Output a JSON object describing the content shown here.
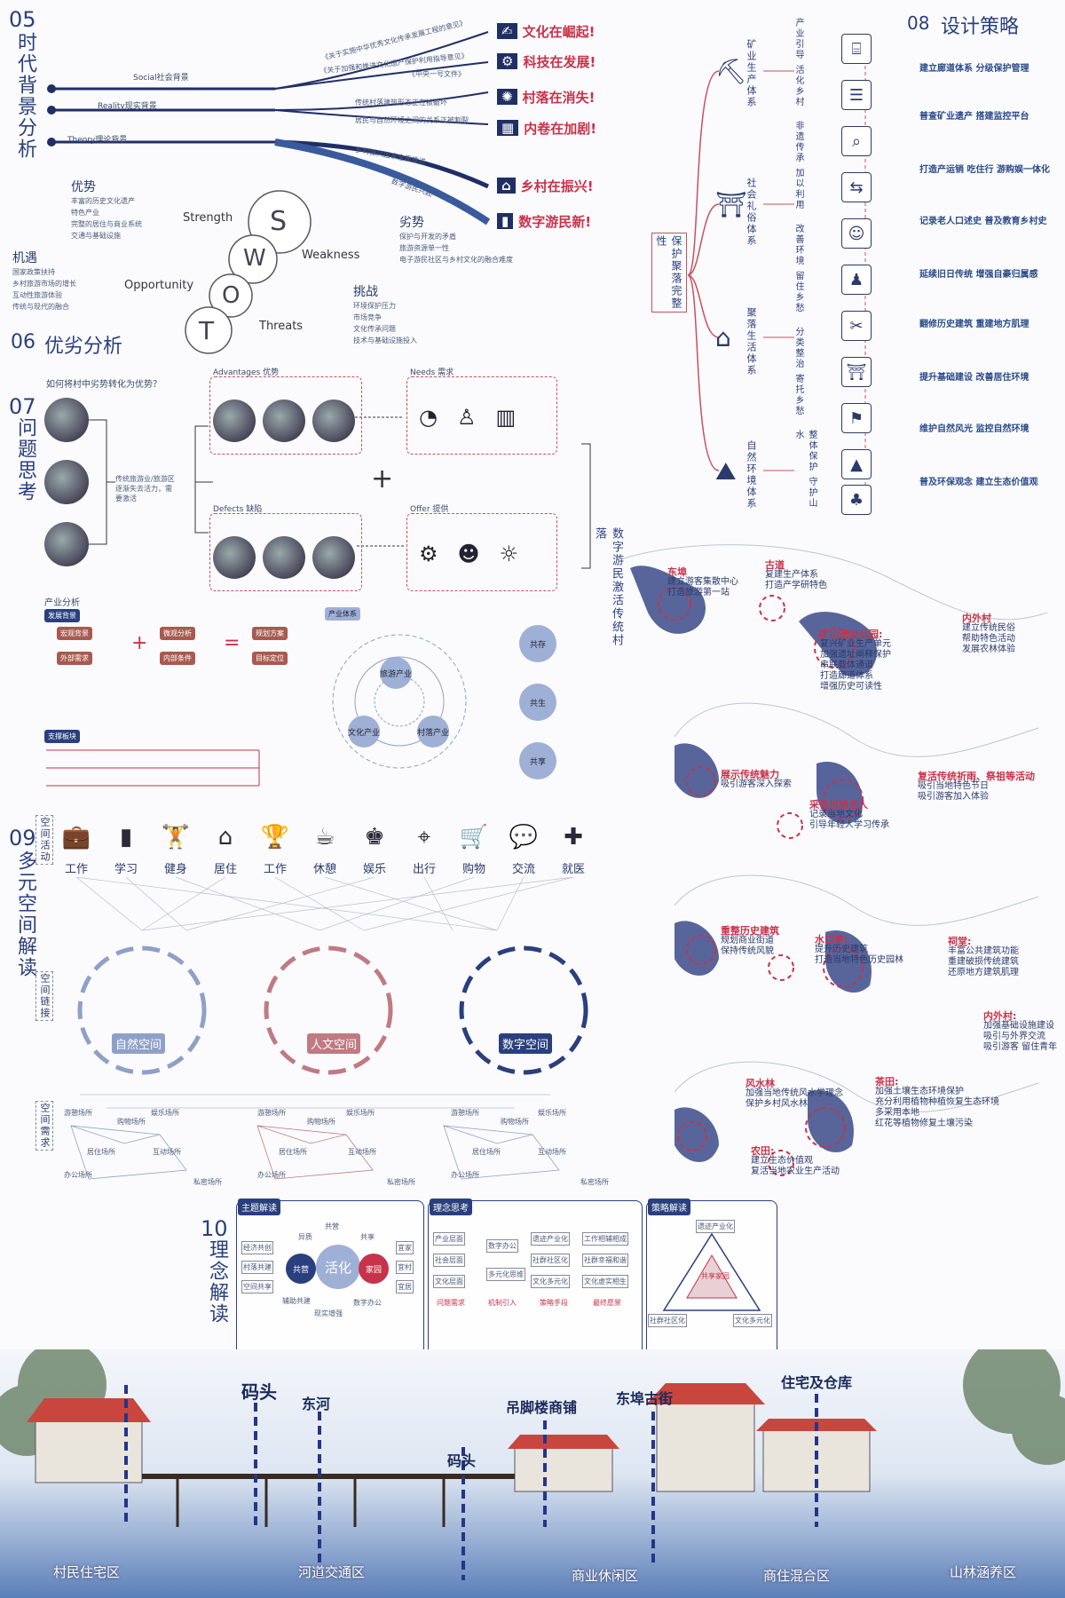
{
  "sec05": {
    "num": "05",
    "title": "时代背景分析",
    "axes": [
      "Social社会背景",
      "Reality现实背景",
      "Theory理论背景"
    ],
    "slogans": [
      "文化在崛起!",
      "科技在发展!",
      "村落在消失!",
      "内卷在加剧!",
      "乡村在振兴!",
      "数字游民新!"
    ],
    "lines": [
      "《关于实施中华优秀文化传承发展工程的意见》",
      "《关于加强和推进文化遗产保护利用指导意见》",
      "《中央一号文件》",
      "传统村落建筑形态正在被破坏",
      "居民与自然环境之间的关系正被割裂",
      "乡村振兴国家全面推进",
      "数字游民兴起"
    ]
  },
  "sec06": {
    "num": "06",
    "title": "优劣分析",
    "swot": [
      "S",
      "W",
      "O",
      "T"
    ],
    "labels": {
      "strength": "Strength",
      "weakness": "Weakness",
      "opportunity": "Opportunity",
      "threats": "Threats"
    },
    "strength": {
      "title": "优势",
      "items": [
        "丰富的历史文化遗产",
        "特色产业",
        "完整的居住与商业系统",
        "交通与基础设施"
      ]
    },
    "weakness": {
      "title": "劣势",
      "items": [
        "保护与开发的矛盾",
        "旅游资源单一性",
        "电子游民社区与乡村文化的融合难度"
      ]
    },
    "opportunity": {
      "title": "机遇",
      "items": [
        "国家政策扶持",
        "乡村旅游市场的增长",
        "互动性旅游体验",
        "传统与现代的融合"
      ]
    },
    "threats": {
      "title": "挑战",
      "items": [
        "环境保护压力",
        "市场竞争",
        "文化传承问题",
        "技术与基础设施投入"
      ]
    }
  },
  "sec07": {
    "num": "07",
    "title": "问题思考",
    "question": "如何将村中劣势转化为优势？",
    "transform": "传统旅游业/旅游区逐渐失去活力，需要激活",
    "advantages": "Advantages 优势",
    "needs": "Needs 需求",
    "defects": "Defects 缺陷",
    "offer": "Offer 提供",
    "vertical": "数字游民激活传统村落",
    "industry": {
      "title": "产业分析",
      "sub": "发展背景",
      "a": "宏观背景",
      "b": "微观分析",
      "c": "规划方案",
      "d": "外部需求",
      "e": "内部条件",
      "f": "目标定位"
    },
    "system": "产业体系",
    "nodes": [
      "旅游产业",
      "文化产业",
      "村落产业"
    ],
    "shared": [
      "共存",
      "共生",
      "共享"
    ],
    "support": "支撑板块"
  },
  "sec08": {
    "num": "08",
    "title": "设计策略",
    "root": "保护聚落完整性",
    "systems": [
      "矿业生产体系",
      "社会礼俗体系",
      "聚落生活体系",
      "自然环境体系"
    ],
    "mid": [
      "产业引导 活化乡村",
      "非遗传承 加以利用",
      "改善环境 留住乡愁",
      "分类整治 寄托乡愁",
      "整体保护 守护山水"
    ],
    "strategies": [
      "建立廊道体系 分级保护管理",
      "普查矿业遗产 搭建监控平台",
      "打造产运销 吃住行 游购娱一体化",
      "记录老人口述史 普及教育乡村史",
      "延续旧日传统 增强自豪归属感",
      "翻修历史建筑 重建地方肌理",
      "提升基础建设 改善居住环境",
      "维护自然风光 监控自然环境",
      "普及环保观念 建立生态价值观"
    ]
  },
  "sec09": {
    "num": "09",
    "title": "多元空间解读",
    "side1": "空间活动",
    "side2": "空间链接",
    "side3": "空间需求",
    "activities": [
      "工作",
      "学习",
      "健身",
      "居住",
      "工作",
      "休憩",
      "娱乐",
      "出行",
      "购物",
      "交流",
      "就医"
    ],
    "spaces": [
      "自然空间",
      "人文空间",
      "数字空间"
    ],
    "needs": [
      "游憩场所",
      "购物场所",
      "娱乐场所",
      "居住场所",
      "互动场所",
      "办公场所",
      "私密场所"
    ]
  },
  "maps": {
    "m1": [
      {
        "t": "东埠",
        "d": "建立游客集散中心\n打造旅游第一站"
      },
      {
        "t": "古道",
        "d": "复建生产体系\n打造产学研特色"
      },
      {
        "t": "矿山遗址公园:",
        "d": "复兴矿业生产单元\n加强遗址阐释保护\n串联载体通道\n打造廊道体系\n增强历史可读性"
      },
      {
        "t": "内外村",
        "d": "建立传统民俗\n帮助特色活动\n发展农林体验"
      }
    ],
    "m2": [
      {
        "t": "展示传统魅力",
        "d": "吸引游客深入探索"
      },
      {
        "t": "采访当地老人",
        "d": "记录当地文化\n引导年轻人学习传承"
      },
      {
        "t": "复活传统祈雨、祭祖等活动",
        "d": "吸引当地特色节日\n吸引游客加入体验"
      }
    ],
    "m3": [
      {
        "t": "重整历史建筑",
        "d": "规划商业街道\n保持传统风貌"
      },
      {
        "t": "水口亭:",
        "d": "提升历史建筑\n打造当地特色历史园林"
      },
      {
        "t": "祠堂:",
        "d": "丰富公共建筑功能\n重建破损传统建筑\n还原地方建筑肌理"
      },
      {
        "t": "内外村:",
        "d": "加强基础设施建设\n吸引与外界交流\n吸引游客 留住青年"
      }
    ],
    "m4": [
      {
        "t": "风水林",
        "d": "加强当地传统风水学理念\n保护乡村风水林"
      },
      {
        "t": "茶田:",
        "d": "加强土壤生态环境保护\n充分利用植物种植恢复生态环境\n多采用本地\n红花等植物修复土壤污染"
      },
      {
        "t": "农田:",
        "d": "建立生态价值观\n复活当地农业生产活动"
      }
    ]
  },
  "sec10": {
    "num": "10",
    "title": "理念解读",
    "panels": [
      "主题解读",
      "理念思考",
      "策略解读"
    ],
    "core": [
      "共营",
      "活化",
      "家园"
    ],
    "words": [
      "共营",
      "共享",
      "异质",
      "经济共创",
      "村落共建",
      "空间共享",
      "宜家",
      "宜村",
      "宜居",
      "辅助共建",
      "现实增强",
      "数字办公"
    ],
    "think": [
      "产业层面",
      "社会层面",
      "文化层面",
      "数字办公",
      "多元化思维",
      "遗迹产业化",
      "社群社区化",
      "文化多元化",
      "工作相辅相成",
      "社群幸福和谐",
      "文化虚实相生",
      "问题需求",
      "机制引入",
      "策略手段",
      "最终愿景"
    ],
    "tri": [
      "遗迹产业化",
      "共享家园",
      "社群社区化",
      "文化多元化"
    ]
  },
  "site": {
    "labels": [
      "码头",
      "东河",
      "吊脚楼商铺",
      "东埠古街",
      "住宅及仓库",
      "码头"
    ],
    "zones": [
      "村民住宅区",
      "河道交通区",
      "商业休闲区",
      "商住混合区",
      "山林涵养区"
    ]
  },
  "colors": {
    "navy": "#2a3f7e",
    "red": "#c8324a",
    "light": "#9fb0d6"
  }
}
